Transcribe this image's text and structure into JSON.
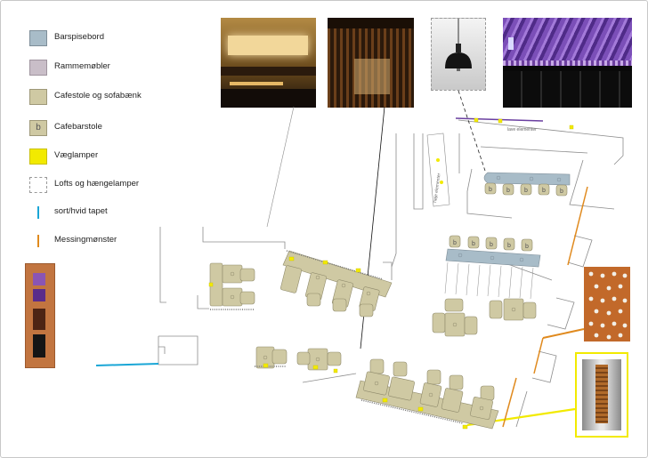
{
  "legend": [
    {
      "key": "barspisebord",
      "label": "Barspisebord",
      "swatch": "fill",
      "color": "#a8bcc8",
      "border": "#7d8d98"
    },
    {
      "key": "rammemobler",
      "label": "Rammemøbler",
      "swatch": "fill",
      "color": "#c9bec8",
      "border": "#9f949e"
    },
    {
      "key": "cafestole",
      "label": "Cafestole og sofabænk",
      "swatch": "fill",
      "color": "#cfc9a3",
      "border": "#9e9878"
    },
    {
      "key": "cafebarstole",
      "label": "Cafebarstole",
      "swatch": "letter",
      "letter": "b",
      "color": "#cfc9a3",
      "border": "#9e9878"
    },
    {
      "key": "vaeglamper",
      "label": "Væglamper",
      "swatch": "fill",
      "color": "#f2ea00",
      "border": "#c9c000"
    },
    {
      "key": "lofts",
      "label": "Lofts og hængelamper",
      "swatch": "dashed",
      "color": "#ffffff",
      "border": "#999999"
    },
    {
      "key": "tapet",
      "label": "sort/hvid tapet",
      "swatch": "line",
      "color": "#1aa6d6"
    },
    {
      "key": "messing",
      "label": "Messingmønster",
      "swatch": "line",
      "color": "#e08a1e"
    }
  ],
  "plan_labels": {
    "top_label": "lave elementer",
    "side_label": "høje elementer"
  },
  "colors": {
    "table_beige": "#cfc9a3",
    "table_stroke": "#8f8a6b",
    "bar_blue": "#a8bcc8",
    "lamp_yellow": "#f2ea00",
    "brass_orange": "#e08a1e",
    "wallpaper_blue": "#1aa6d6",
    "wall_gray": "#8c8c8c"
  }
}
